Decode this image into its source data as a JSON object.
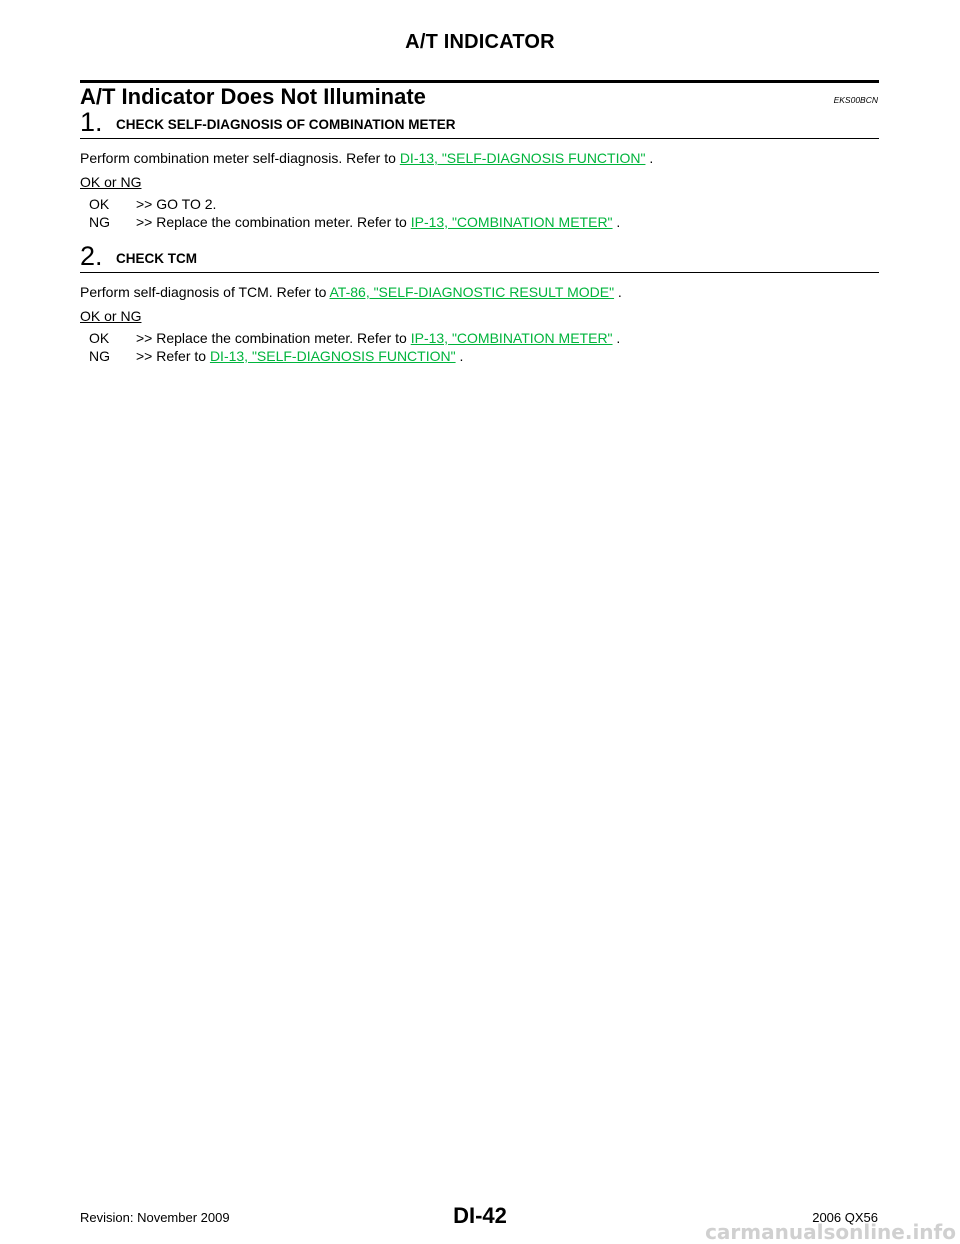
{
  "header": {
    "title": "A/T INDICATOR"
  },
  "section": {
    "title": "A/T Indicator Does Not Illuminate",
    "ref_code": "EKS00BCN"
  },
  "steps": [
    {
      "number": "1.",
      "title": "CHECK SELF-DIAGNOSIS OF COMBINATION METER",
      "instruction_prefix": "Perform combination meter self-diagnosis. Refer to ",
      "instruction_link": "DI-13, \"SELF-DIAGNOSIS FUNCTION\"",
      "instruction_suffix": " .",
      "ok_ng": "OK or NG",
      "results": [
        {
          "label": "OK",
          "text": ">> GO TO 2.",
          "link": "",
          "suffix": ""
        },
        {
          "label": "NG",
          "text": ">> Replace the combination meter. Refer to ",
          "link": "IP-13, \"COMBINATION METER\"",
          "suffix": " ."
        }
      ]
    },
    {
      "number": "2.",
      "title": "CHECK TCM",
      "instruction_prefix": "Perform self-diagnosis of TCM. Refer to ",
      "instruction_link": "AT-86, \"SELF-DIAGNOSTIC RESULT MODE\"",
      "instruction_suffix": " .",
      "ok_ng": "OK or NG",
      "results": [
        {
          "label": "OK",
          "text": ">> Replace the combination meter. Refer to ",
          "link": "IP-13, \"COMBINATION METER\"",
          "suffix": " ."
        },
        {
          "label": "NG",
          "text": ">> Refer to ",
          "link": "DI-13, \"SELF-DIAGNOSIS FUNCTION\"",
          "suffix": " ."
        }
      ]
    }
  ],
  "footer": {
    "revision": "Revision: November 2009",
    "page": "DI-42",
    "model": "2006 QX56",
    "watermark": "carmanualsonline.info"
  },
  "colors": {
    "link": "#00b43c",
    "text": "#000000",
    "watermark": "#d0d0d0"
  }
}
